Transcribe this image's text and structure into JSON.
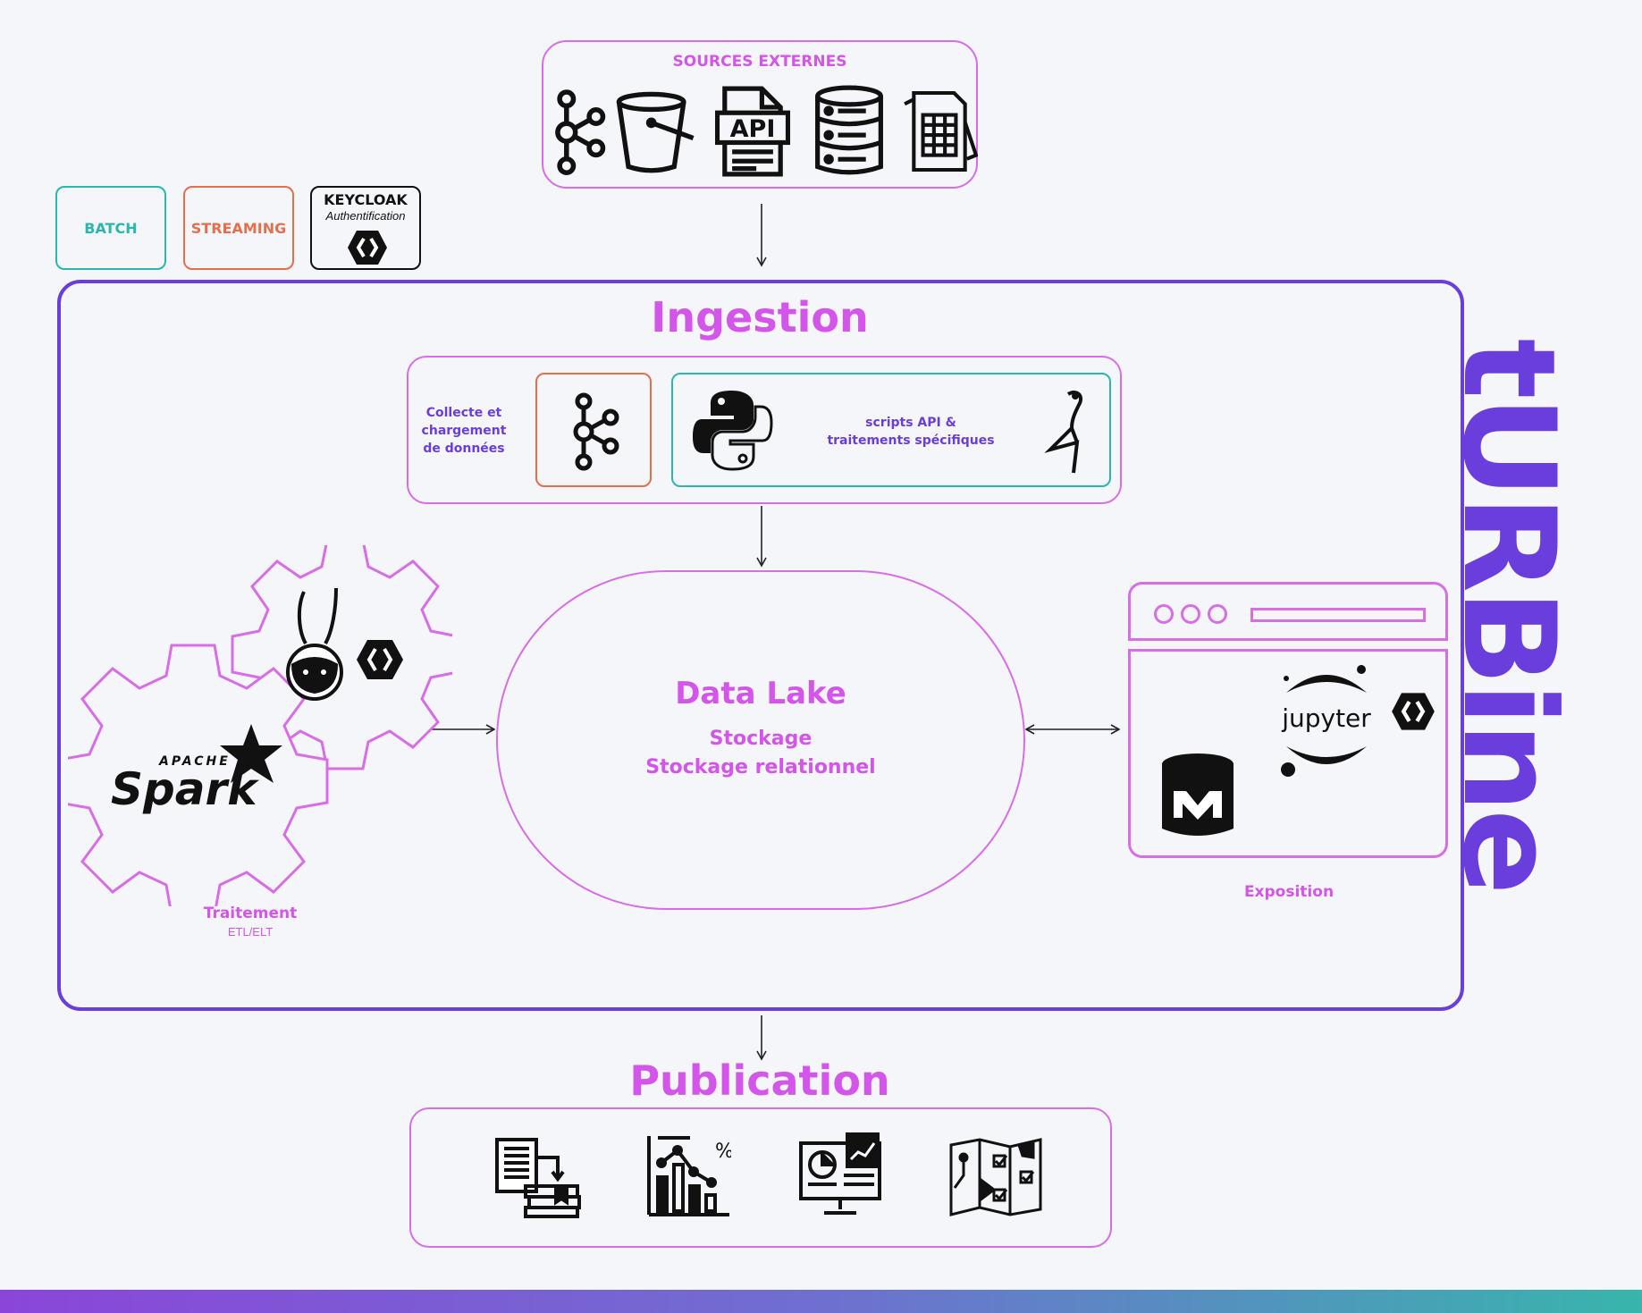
{
  "sources": {
    "title": "SOURCES EXTERNES",
    "icons": [
      "kafka-icon",
      "bucket-icon",
      "api-document-icon",
      "database-icon",
      "spreadsheet-files-icon"
    ],
    "api_text": "API"
  },
  "badges": {
    "batch": "BATCH",
    "streaming": "STREAMING",
    "keycloak_title": "KEYCLOAK",
    "keycloak_sub": "Authentification"
  },
  "ingestion": {
    "title": "Ingestion",
    "collect_label": "Collecte et chargement de données",
    "scripts_label": "scripts API & traitements spécifiques"
  },
  "datalake": {
    "title": "Data Lake",
    "line1": "Stockage",
    "line2": "Stockage relationnel"
  },
  "traitement": {
    "title": "Traitement",
    "sub": "ETL/ELT",
    "spark_top": "APACHE",
    "spark_main": "Spark"
  },
  "exposition": {
    "title": "Exposition",
    "jupyter": "jupyter"
  },
  "publication": {
    "title": "Publication",
    "icons": [
      "documents-archive-icon",
      "analytics-chart-icon",
      "dashboard-monitor-icon",
      "map-checklist-icon"
    ]
  },
  "brand": "tURBine",
  "colors": {
    "magenta": "#d355ea",
    "violet": "#6a3ddd",
    "teal": "#2bb7ad",
    "orange": "#e2704f",
    "frame_border": "#6a3ddd"
  }
}
